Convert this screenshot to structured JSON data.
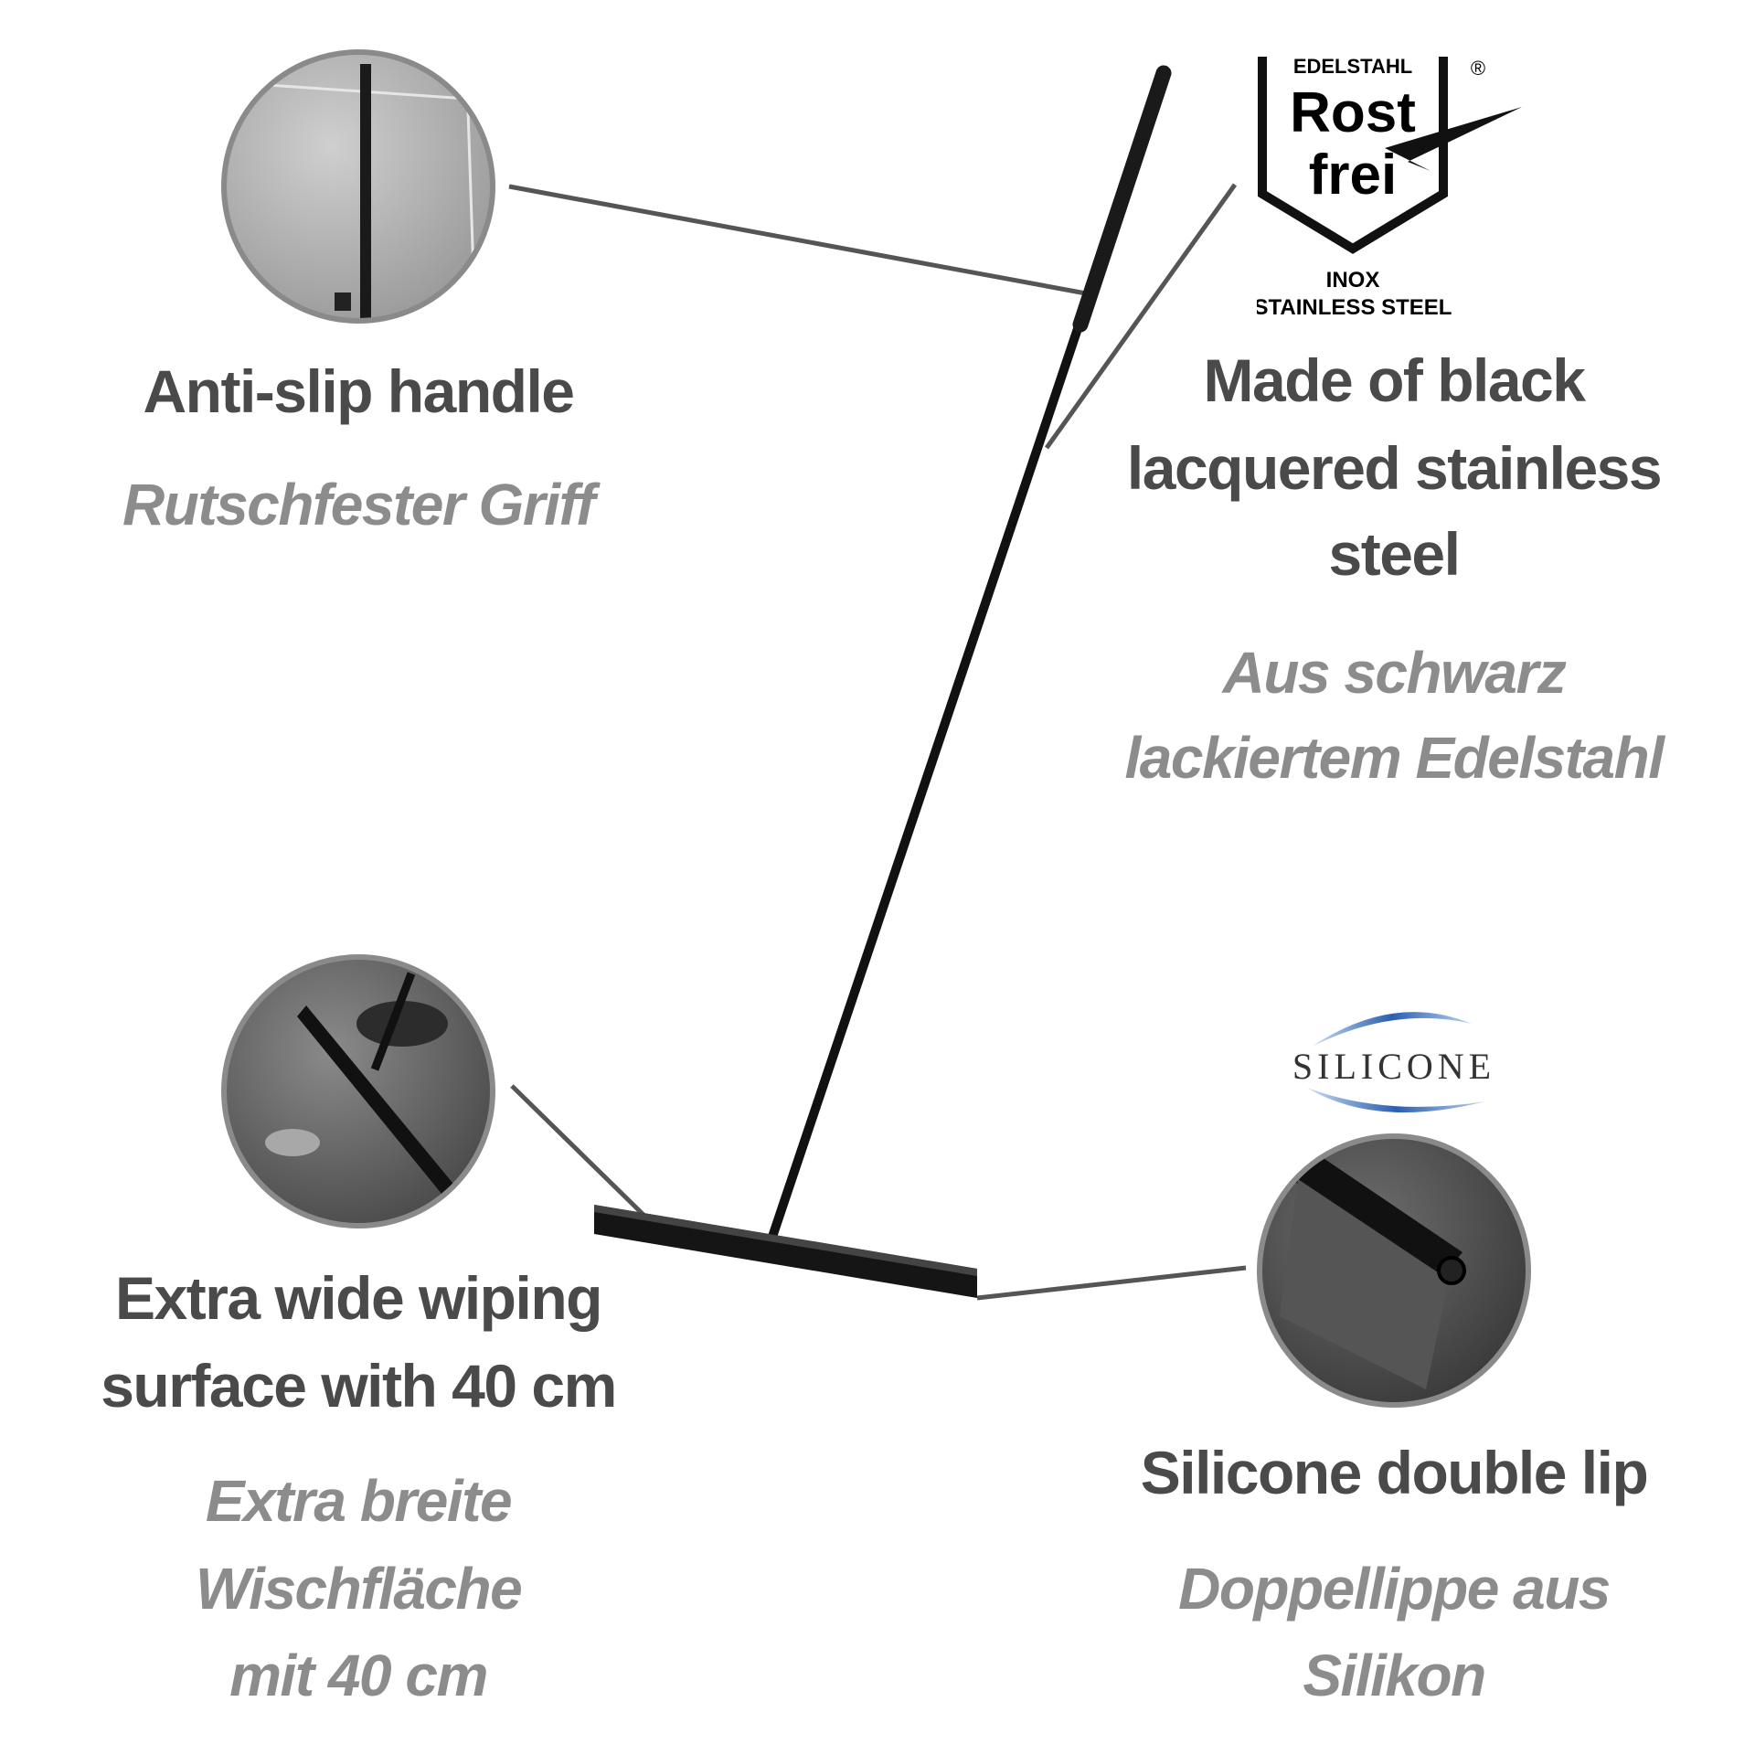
{
  "features": [
    {
      "title_en": "Anti-slip handle",
      "title_de": [
        "Rutschfester Griff"
      ]
    },
    {
      "title_en_lines": [
        "Made of black",
        "lacquered stainless",
        "steel"
      ],
      "title_de": [
        "Aus schwarz",
        "lackiertem Edelstahl"
      ]
    },
    {
      "title_en_lines": [
        "Extra wide wiping",
        "surface with 40 cm"
      ],
      "title_de": [
        "Extra breite",
        "Wischfläche",
        "mit 40 cm"
      ]
    },
    {
      "title_en": "Silicone double lip",
      "title_de": [
        "Doppellippe aus",
        "Silikon"
      ]
    }
  ],
  "logos": {
    "rostfrei": {
      "top": "EDELSTAHL",
      "line1": "Rost",
      "line2": "frei",
      "registered": "®",
      "sub1": "INOX",
      "sub2": "STAINLESS STEEL"
    },
    "silicone": {
      "text": "SILICONE"
    }
  },
  "colors": {
    "text_en": "#4a4a4a",
    "text_de": "#8c8c8c",
    "product": "#111111",
    "accent_blue": "#2a5fb0"
  }
}
